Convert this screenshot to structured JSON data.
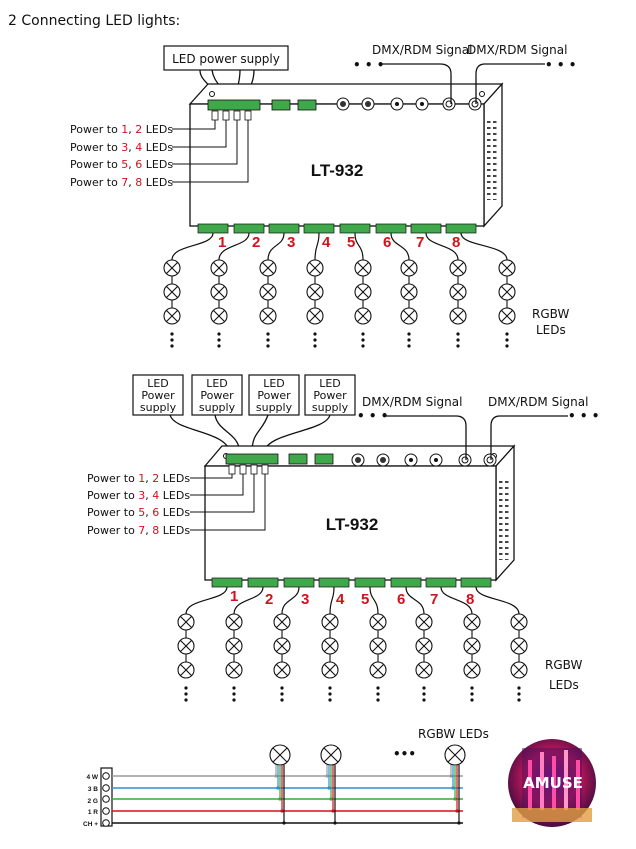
{
  "heading": "2 Connecting LED lights:",
  "diagram1": {
    "model": "LT-932",
    "power_supply_label": "LED power supply",
    "signal_left": "DMX/RDM Signal",
    "signal_right": "DMX/RDM Signal",
    "power_labels": [
      {
        "prefix": "Power to ",
        "a": "1",
        "sep": ", ",
        "b": "2",
        "suffix": " LEDs"
      },
      {
        "prefix": "Power to ",
        "a": "3",
        "sep": ", ",
        "b": "4",
        "suffix": " LEDs"
      },
      {
        "prefix": "Power to ",
        "a": "5",
        "sep": ", ",
        "b": "6",
        "suffix": " LEDs"
      },
      {
        "prefix": "Power to ",
        "a": "7",
        "sep": ", ",
        "b": "8",
        "suffix": " LEDs"
      }
    ],
    "channel_numbers": [
      "1",
      "2",
      "3",
      "4",
      "5",
      "6",
      "7",
      "8"
    ],
    "leds_label_line1": "RGBW",
    "leds_label_line2": "LEDs"
  },
  "diagram2": {
    "model": "LT-932",
    "power_supplies": [
      [
        "LED",
        "Power",
        "supply"
      ],
      [
        "LED",
        "Power",
        "supply"
      ],
      [
        "LED",
        "Power",
        "supply"
      ],
      [
        "LED",
        "Power",
        "supply"
      ]
    ],
    "signal_left": "DMX/RDM Signal",
    "signal_right": "DMX/RDM Signal",
    "power_labels": [
      {
        "prefix": "Power to ",
        "a": "1",
        "sep": ", ",
        "b": "2",
        "suffix": " LEDs"
      },
      {
        "prefix": "Power to ",
        "a": "3",
        "sep": ", ",
        "b": "4",
        "suffix": " LEDs"
      },
      {
        "prefix": "Power to ",
        "a": "5",
        "sep": ", ",
        "b": "6",
        "suffix": " LEDs"
      },
      {
        "prefix": "Power to ",
        "a": "7",
        "sep": ", ",
        "b": "8",
        "suffix": " LEDs"
      }
    ],
    "channel_numbers": [
      "1",
      "2",
      "3",
      "4",
      "5",
      "6",
      "7",
      "8"
    ],
    "leds_label_line1": "RGBW",
    "leds_label_line2": "LEDs"
  },
  "wiring": {
    "title": "RGBW LEDs",
    "ellipsis": "•••",
    "terminal_labels": [
      "4  W",
      "3  B",
      "2  G",
      "1  R",
      "CH  +"
    ],
    "wire_colors": [
      "#9b9b9b",
      "#2b8fd6",
      "#3aa63a",
      "#d0121b",
      "#111111"
    ]
  },
  "colors": {
    "accent": "#d0121b",
    "terminal_green": "#3ea84a"
  },
  "photo": {
    "logo_text": "AMUSE"
  }
}
